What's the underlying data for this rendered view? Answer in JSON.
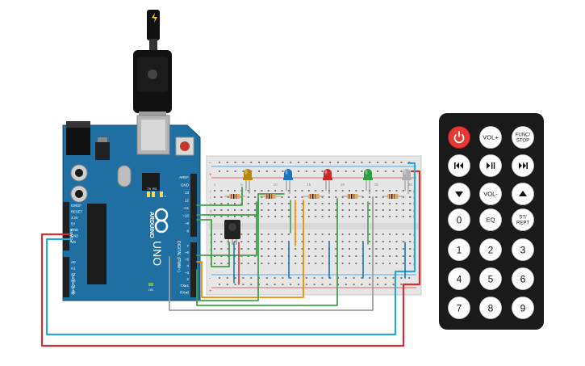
{
  "arduino": {
    "model": "UNO",
    "brand": "ARDUINO",
    "power_header": [
      "IOREF",
      "RESET",
      "3.3V",
      "5V",
      "GND",
      "GND",
      "Vin"
    ],
    "power_label": "POWER",
    "analog_header": [
      "A0",
      "A1",
      "A2",
      "A3",
      "A4",
      "A5"
    ],
    "analog_label": "ANALOG IN",
    "digital_top": [
      "AREF",
      "GND",
      "13",
      "12",
      "~11",
      "~10",
      "~9",
      "8"
    ],
    "digital_bottom": [
      "7",
      "~6",
      "~5",
      "4",
      "~3",
      "2",
      "TX▸1",
      "RX◂0"
    ],
    "digital_label": "DIGITAL (PWM~)",
    "led_labels": [
      "L",
      "TX",
      "RX"
    ],
    "on_label": "ON"
  },
  "breadboard": {
    "rail_plus": "+",
    "rail_minus": "-",
    "row_letters": [
      "j",
      "i",
      "h",
      "g",
      "f",
      "e",
      "d",
      "c",
      "b",
      "a"
    ],
    "column_numbers": [
      "1",
      "5",
      "10",
      "15",
      "20",
      "25",
      "30"
    ]
  },
  "leds": [
    {
      "name": "led-orange",
      "color": "#b8860b"
    },
    {
      "name": "led-blue",
      "color": "#1e73be"
    },
    {
      "name": "led-red",
      "color": "#c62828"
    },
    {
      "name": "led-green",
      "color": "#2e9e3e"
    },
    {
      "name": "led-white",
      "color": "#b0b0b0"
    }
  ],
  "remote": {
    "rows": [
      [
        "power",
        "VOL+",
        "FUNC/\nSTOP"
      ],
      [
        "prev",
        "play-pause",
        "next"
      ],
      [
        "down",
        "VOL-",
        "up"
      ],
      [
        "0",
        "EQ",
        "ST/\nREPT"
      ],
      [
        "1",
        "2",
        "3"
      ],
      [
        "4",
        "5",
        "6"
      ],
      [
        "7",
        "8",
        "9"
      ]
    ]
  },
  "colors": {
    "arduino_board": "#1f6fa3",
    "remote_body": "#1a1a1a",
    "remote_button": "#ffffff",
    "power_button": "#e53935",
    "wire_red": "#d32f2f",
    "wire_cyan": "#29a8d8",
    "wire_green": "#43a047",
    "wire_orange": "#f08c00",
    "wire_gray": "#9e9e9e"
  }
}
